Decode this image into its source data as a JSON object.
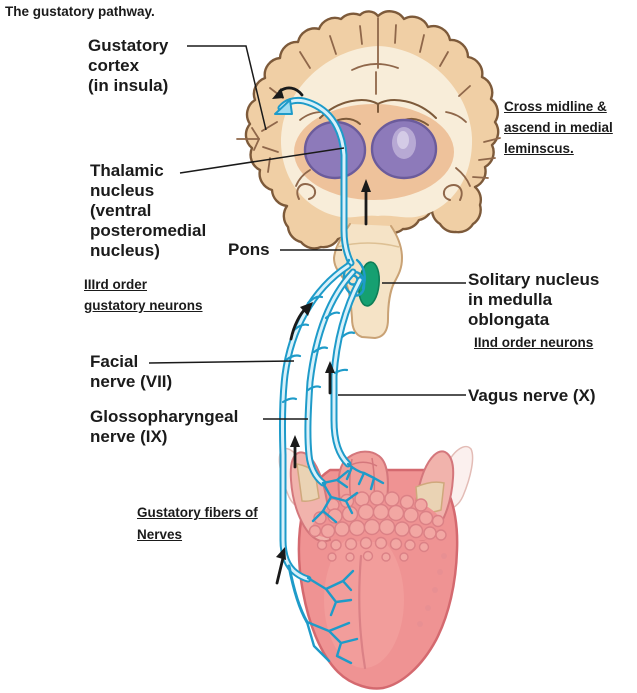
{
  "title": "The gustatory pathway.",
  "labels": {
    "gustatory_cortex": {
      "lines": [
        "Gustatory",
        "cortex",
        "(in insula)"
      ]
    },
    "cross_midline": {
      "lines": [
        "Cross midline &",
        "ascend in medial",
        "leminscus."
      ]
    },
    "thalamic_nucleus": {
      "lines": [
        "Thalamic",
        "nucleus",
        "(ventral",
        "posteromedial",
        "nucleus)"
      ]
    },
    "pons": {
      "text": "Pons"
    },
    "third_order": {
      "lines": [
        "IIIrd order",
        "gustatory neurons"
      ]
    },
    "solitary_nucleus": {
      "lines": [
        "Solitary nucleus",
        "in medulla",
        "oblongata"
      ]
    },
    "second_order": {
      "text": "IInd order neurons"
    },
    "facial_nerve": {
      "lines": [
        "Facial",
        "nerve (VII)"
      ]
    },
    "vagus_nerve": {
      "text": "Vagus nerve (X)"
    },
    "glossopharyngeal_nerve": {
      "lines": [
        "Glossopharyngeal",
        "nerve (IX)"
      ]
    },
    "gustatory_fibers": {
      "lines": [
        "Gustatory fibers of",
        "Nerves"
      ]
    }
  },
  "colors": {
    "pathway_blue": "#1e9bc9",
    "pathway_core": "#d9f1fa",
    "thalamus_purple": "#8d7aba",
    "thalamus_light": "#b7a9d4",
    "solitary_green": "#16a071",
    "brain_cortex_tan": "#f0cfa5",
    "brain_inner_cream": "#f8edd9",
    "brain_basal_tan": "#eec29b",
    "brain_outline_brown": "#7d5a3a",
    "brainstem_fill": "#f5e3c6",
    "brainstem_outline": "#c9a275",
    "tongue_pink": "#ef9393",
    "tongue_edge": "#d4696f",
    "tongue_wing_pink": "#f1b3ac",
    "tonsil_beige": "#ead3b4",
    "papillae_pink": "#f2a7a3",
    "papillae_edge": "#db8186",
    "epiglottis_pink": "#f0a09c",
    "ink": "#1a1a1a"
  }
}
